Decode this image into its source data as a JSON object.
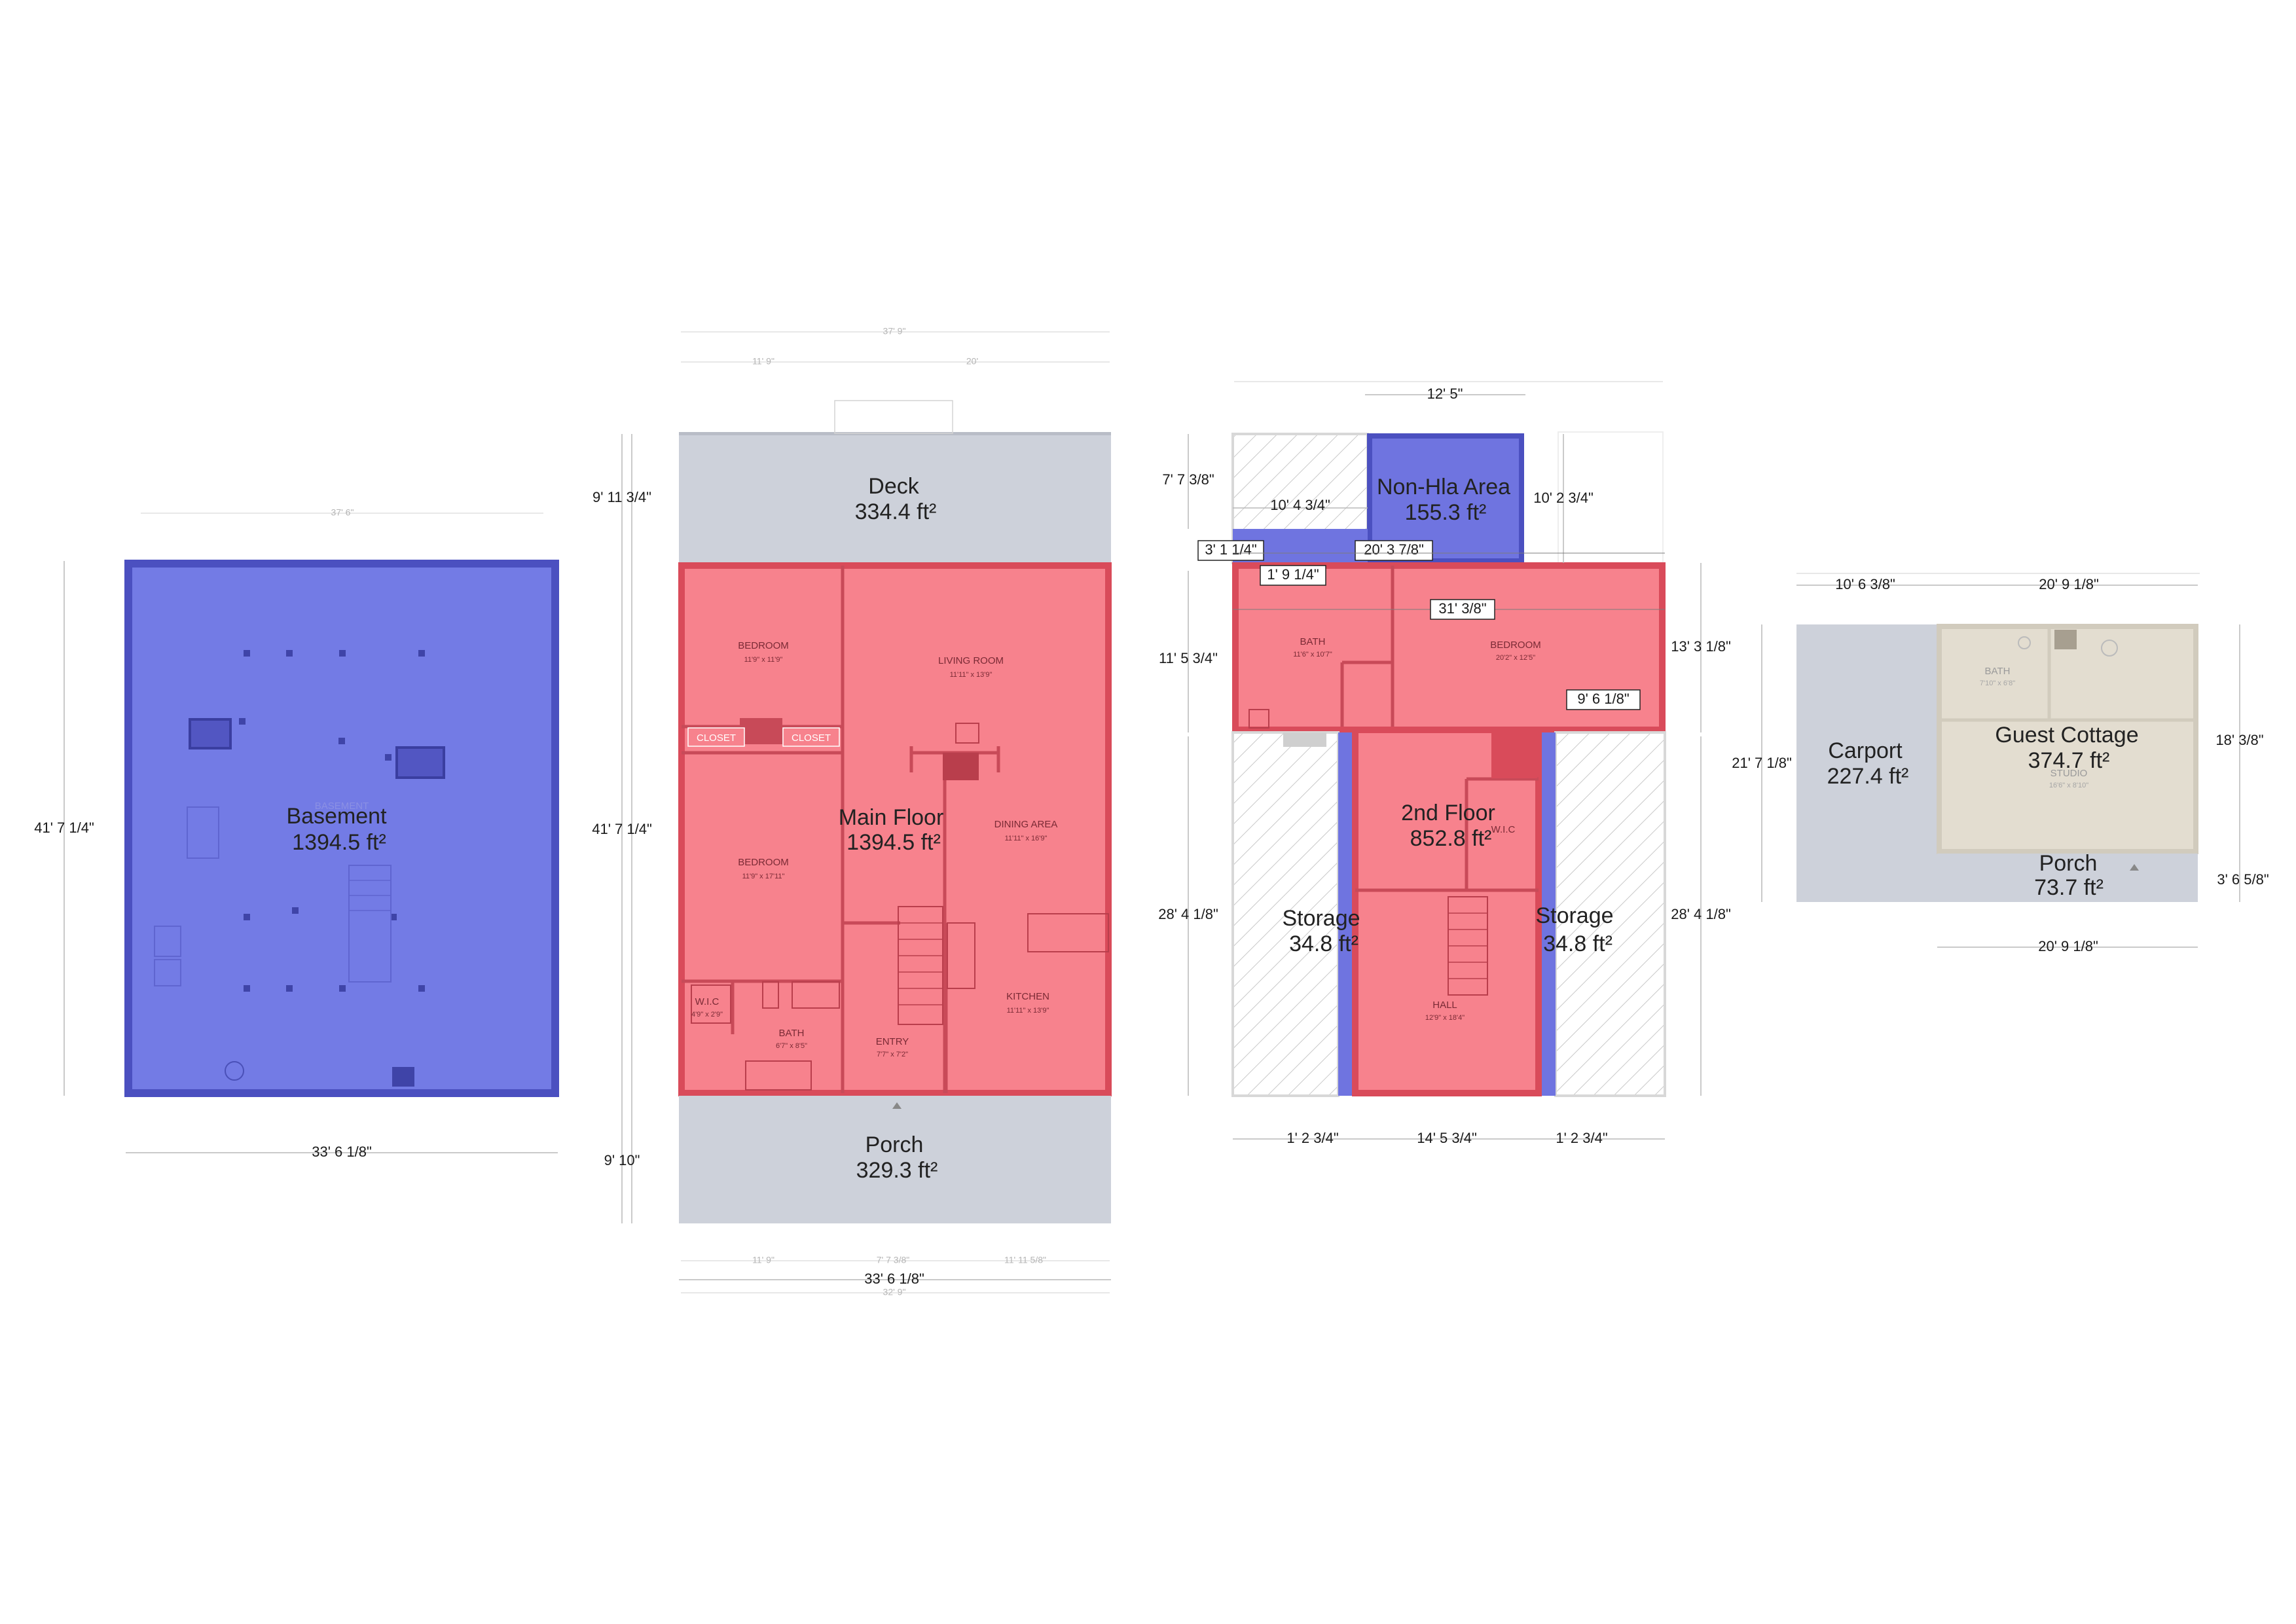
{
  "colors": {
    "basement": "#737be5",
    "basement_wall": "#4b50c0",
    "main": "#f7828d",
    "main_wall": "#d94b5a",
    "outdoor": "#cdd1da",
    "cottage": "#e3ddd0",
    "non_hla": "#6f74e0",
    "hatch": "#c9c9c9"
  },
  "basement": {
    "name": "Basement",
    "area": "1394.5 ft²",
    "room_label": "BASEMENT",
    "dim_width": "33' 6 1/8\"",
    "dim_height": "41' 7 1/4\"",
    "dim_top_faint": "37' 6\""
  },
  "main_floor": {
    "name": "Main Floor",
    "area": "1394.5 ft²",
    "deck": {
      "name": "Deck",
      "area": "334.4 ft²"
    },
    "porch": {
      "name": "Porch",
      "area": "329.3 ft²"
    },
    "dim_deck": "9' 11 3/4\"",
    "dim_main": "41' 7 1/4\"",
    "dim_porch": "9' 10\"",
    "dim_bottom": "33' 6 1/8\"",
    "dim_top_faint": "37' 9\"",
    "dim_top_faint_left": "11' 9\"",
    "dim_top_faint_right": "20'",
    "dim_bottom_faint_left": "11' 9\"",
    "dim_bottom_faint_mid": "7' 7 3/8\"",
    "dim_bottom_faint_right": "11' 11 5/8\"",
    "dim_bottom_faint_total": "32' 9\"",
    "rooms": [
      {
        "name": "BEDROOM",
        "size": "11'9\" x 11'9\""
      },
      {
        "name": "LIVING ROOM",
        "size": "11'11\" x 13'9\""
      },
      {
        "name": "CLOSET",
        "size": ""
      },
      {
        "name": "CLOSET",
        "size": ""
      },
      {
        "name": "BEDROOM",
        "size": "11'9\" x 17'11\""
      },
      {
        "name": "DINING AREA",
        "size": "11'11\" x 16'9\""
      },
      {
        "name": "KITCHEN",
        "size": "11'11\" x 13'9\""
      },
      {
        "name": "W.I.C",
        "size": "4'9\" x 2'9\""
      },
      {
        "name": "BATH",
        "size": "6'7\" x 8'5\""
      },
      {
        "name": "ENTRY",
        "size": "7'7\" x 7'2\""
      }
    ]
  },
  "second_floor": {
    "name": "2nd Floor",
    "area": "852.8 ft²",
    "non_hla": {
      "name": "Non-Hla Area",
      "area": "155.3 ft²"
    },
    "storage_left": {
      "name": "Storage",
      "area": "34.8 ft²"
    },
    "storage_right": {
      "name": "Storage",
      "area": "34.8 ft²"
    },
    "dims": {
      "top": "12' 5\"",
      "left_top": "7' 7 3/8\"",
      "inner_top": "10' 4 3/4\"",
      "right_top": "10' 2 3/4\"",
      "left_small": "3' 1 1/4\"",
      "mid_width": "20' 3 7/8\"",
      "small2": "1' 9 1/4\"",
      "total_width": "31' 3/8\"",
      "left_mid": "11' 5 3/4\"",
      "right_mid": "13' 3 1/8\"",
      "inner_right": "9' 6 1/8\"",
      "left_lower": "28' 4 1/8\"",
      "right_lower": "28' 4 1/8\"",
      "bottom_left": "1' 2 3/4\"",
      "bottom_mid": "14' 5 3/4\"",
      "bottom_right": "1' 2 3/4\""
    },
    "rooms": [
      {
        "name": "BATH",
        "size": "11'6\" x 10'7\""
      },
      {
        "name": "BEDROOM",
        "size": "20'2\" x 12'5\""
      },
      {
        "name": "W.I.C",
        "size": ""
      },
      {
        "name": "HALL",
        "size": "12'9\" x 18'4\""
      }
    ]
  },
  "cottage": {
    "carport": {
      "name": "Carport",
      "area": "227.4 ft²"
    },
    "guest": {
      "name": "Guest Cottage",
      "area": "374.7 ft²"
    },
    "porch": {
      "name": "Porch",
      "area": "73.7 ft²"
    },
    "rooms": [
      {
        "name": "BATH",
        "size": "7'10\" x 6'8\""
      },
      {
        "name": "STUDIO",
        "size": "16'6\" x 8'10\""
      }
    ],
    "dims": {
      "top_left": "10' 6 3/8\"",
      "top_right": "20' 9 1/8\"",
      "left": "21' 7 1/8\"",
      "right_top": "18' 3/8\"",
      "right_bottom": "3' 6 5/8\"",
      "bottom": "20' 9 1/8\""
    }
  }
}
